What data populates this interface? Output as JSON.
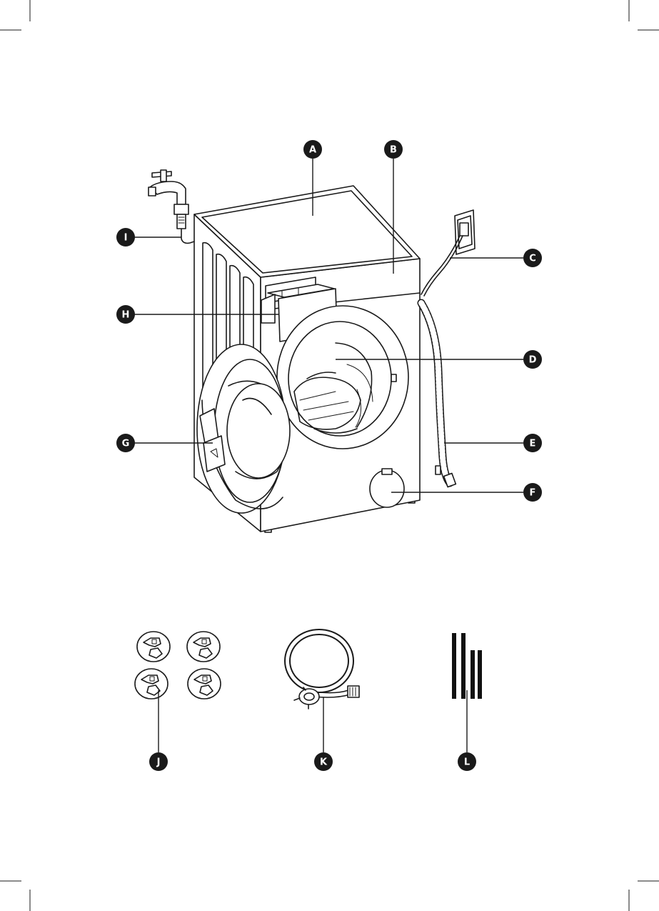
{
  "callouts": [
    {
      "id": "A",
      "label": "A"
    },
    {
      "id": "B",
      "label": "B"
    },
    {
      "id": "C",
      "label": "C"
    },
    {
      "id": "D",
      "label": "D"
    },
    {
      "id": "E",
      "label": "E"
    },
    {
      "id": "F",
      "label": "F"
    },
    {
      "id": "G",
      "label": "G"
    },
    {
      "id": "H",
      "label": "H"
    },
    {
      "id": "I",
      "label": "I"
    },
    {
      "id": "J",
      "label": "J"
    },
    {
      "id": "K",
      "label": "K"
    },
    {
      "id": "L",
      "label": "L"
    }
  ],
  "colors": {
    "ink": "#1a1a1a",
    "paper": "#ffffff"
  }
}
